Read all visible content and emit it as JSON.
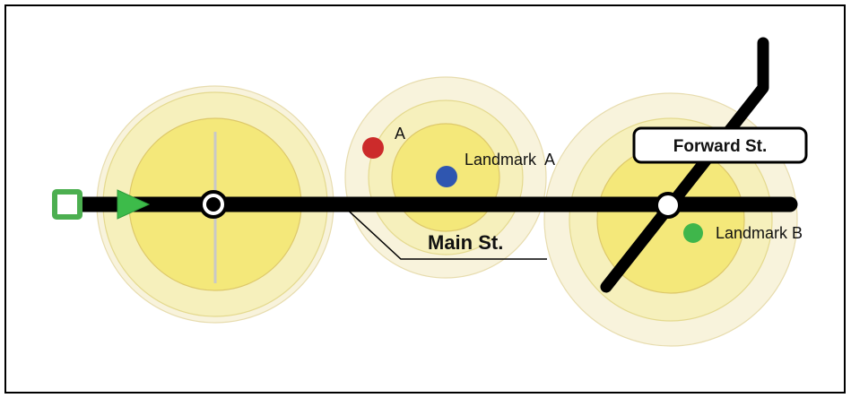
{
  "labels": {
    "point_a": "A",
    "landmark_a": "Landmark  A",
    "landmark_b": "Landmark B",
    "main_street": "Main St.",
    "forward_street": "Forward St."
  },
  "colors": {
    "route": "#000000",
    "zone_outer": "#f7f1d6",
    "zone_mid": "#f5eea6",
    "zone_inner": "#f3e66e",
    "start_marker": "#4caf50",
    "direction_arrow": "#3dbb4a",
    "point_a": "#cc2b2b",
    "landmark_a": "#2f56b0",
    "landmark_b": "#3fb64b"
  }
}
